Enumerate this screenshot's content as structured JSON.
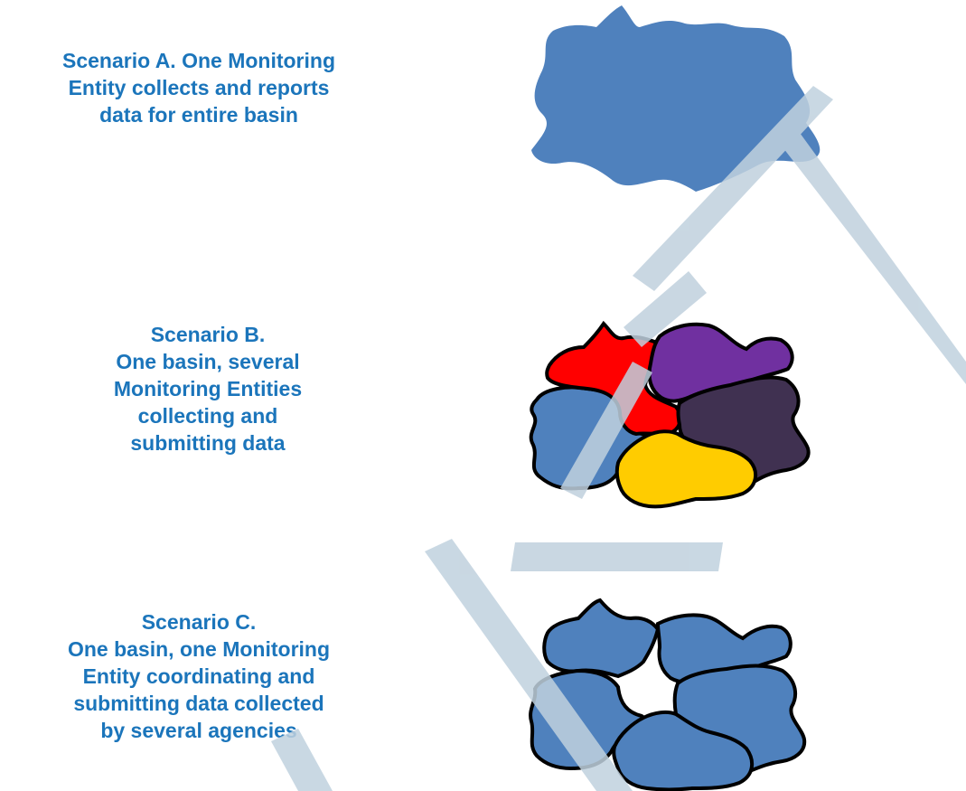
{
  "colors": {
    "text": "#1B75BB",
    "basin_blue": "#4F81BD",
    "outline": "#000000",
    "red": "#FF0000",
    "purple": "#7030A0",
    "dark_purple": "#403151",
    "yellow": "#FFCC00",
    "watermark": "#C0D1DE"
  },
  "watermark": {
    "text": "DRAFT"
  },
  "scenarios": [
    {
      "id": "a",
      "lines": [
        "Scenario A. One Monitoring",
        "Entity collects and reports",
        "data for entire basin"
      ]
    },
    {
      "id": "b",
      "lines": [
        "Scenario B.",
        "One basin, several",
        "Monitoring Entities",
        "collecting and",
        "submitting data"
      ]
    },
    {
      "id": "c",
      "lines": [
        "Scenario C.",
        "One basin, one Monitoring",
        "Entity coordinating and",
        "submitting data collected",
        "by several agencies"
      ]
    }
  ]
}
